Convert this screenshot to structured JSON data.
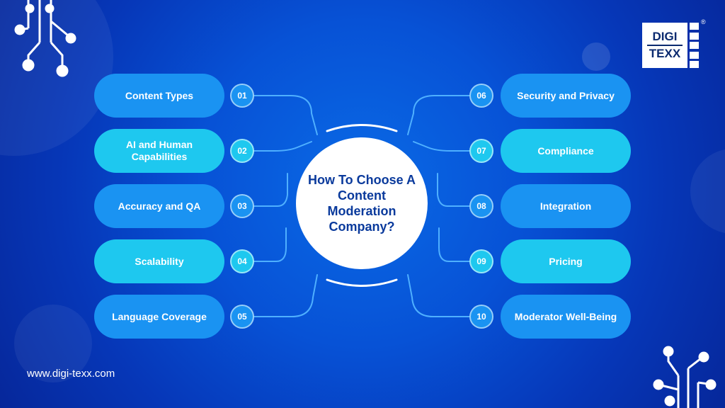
{
  "center_title": "How To Choose A Content Moderation Company?",
  "logo": {
    "line1": "DIGI",
    "line2": "TEXX",
    "registered": "®"
  },
  "website": "www.digi-texx.com",
  "left_items": [
    {
      "number": "01",
      "label": "Content Types",
      "tone": "blue"
    },
    {
      "number": "02",
      "label": "AI and Human Capabilities",
      "tone": "cyan"
    },
    {
      "number": "03",
      "label": "Accuracy and QA",
      "tone": "blue"
    },
    {
      "number": "04",
      "label": "Scalability",
      "tone": "cyan"
    },
    {
      "number": "05",
      "label": "Language Coverage",
      "tone": "blue"
    }
  ],
  "right_items": [
    {
      "number": "06",
      "label": "Security and Privacy",
      "tone": "blue"
    },
    {
      "number": "07",
      "label": "Compliance",
      "tone": "cyan"
    },
    {
      "number": "08",
      "label": "Integration",
      "tone": "blue"
    },
    {
      "number": "09",
      "label": "Pricing",
      "tone": "cyan"
    },
    {
      "number": "10",
      "label": "Moderator Well-Being",
      "tone": "blue"
    }
  ],
  "colors": {
    "blue": "#1a93f2",
    "cyan": "#1ec8ef",
    "title": "#0a3a9c",
    "connector": "#4fb0ff"
  }
}
